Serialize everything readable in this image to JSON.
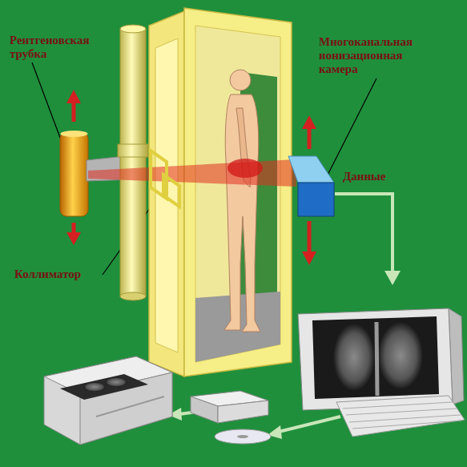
{
  "diagram": {
    "labels": [
      "Рентгеновская трубка",
      "Многоканальная ионизационная камера",
      "Данные",
      "Коллиматор"
    ]
  }
}
